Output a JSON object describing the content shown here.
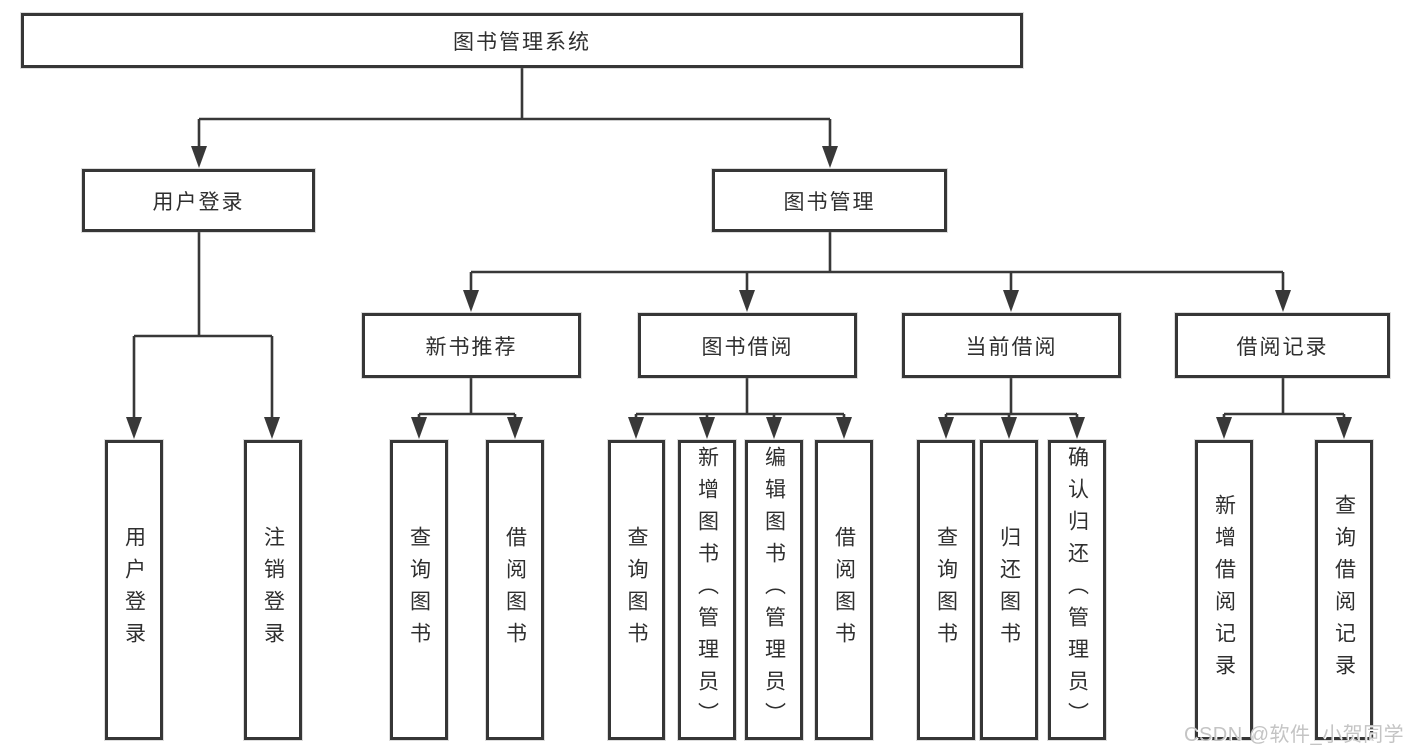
{
  "diagram": {
    "root_label": "图书管理系统",
    "level2": {
      "user_login": {
        "label": "用户登录"
      },
      "book_management": {
        "label": "图书管理"
      }
    },
    "level3": {
      "new_book_recommend": {
        "label": "新书推荐"
      },
      "book_borrowing": {
        "label": "图书借阅"
      },
      "current_borrowing": {
        "label": "当前借阅"
      },
      "borrowing_records": {
        "label": "借阅记录"
      }
    },
    "leaves": {
      "user_login": {
        "label": "用户登录"
      },
      "logout": {
        "label": "注销登录"
      },
      "nb_query_books": {
        "label": "查询图书"
      },
      "nb_borrow_books": {
        "label": "借阅图书"
      },
      "bb_query_books": {
        "label": "查询图书"
      },
      "bb_add_books_admin": {
        "label": "新增图书（管理员）"
      },
      "bb_edit_books_admin": {
        "label": "编辑图书（管理员）"
      },
      "bb_borrow_books": {
        "label": "借阅图书"
      },
      "cb_query_books": {
        "label": "查询图书"
      },
      "cb_return_books": {
        "label": "归还图书"
      },
      "cb_confirm_return_admin": {
        "label": "确认归还（管理员）"
      },
      "br_add_record": {
        "label": "新增借阅记录"
      },
      "br_query_record": {
        "label": "查询借阅记录"
      }
    },
    "line_color": "#383838"
  },
  "watermark": {
    "text": "CSDN @软件_小贺同学"
  }
}
